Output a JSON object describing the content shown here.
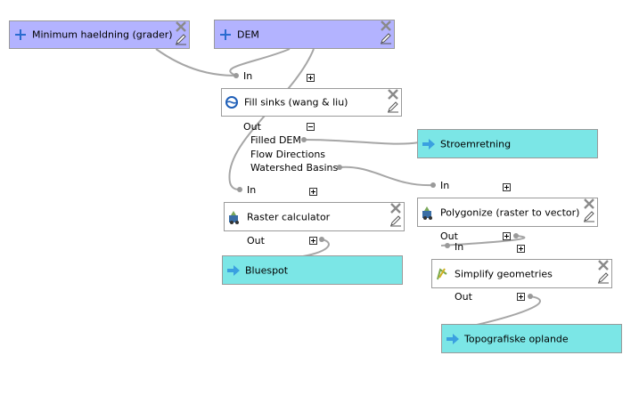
{
  "inputs": {
    "min_slope": "Minimum haeldning (grader)",
    "dem": "DEM"
  },
  "algorithms": {
    "fill_sinks": {
      "label": "Fill sinks (wang & liu)",
      "in": "In",
      "out": "Out",
      "outputs": [
        "Filled DEM",
        "Flow Directions",
        "Watershed Basins"
      ]
    },
    "raster_calc": {
      "label": "Raster calculator",
      "in": "In",
      "out": "Out"
    },
    "polygonize": {
      "label": "Polygonize (raster to vector)",
      "in": "In",
      "out": "Out"
    },
    "simplify": {
      "label": "Simplify geometries",
      "in": "In",
      "out": "Out"
    }
  },
  "outputs": {
    "stroemretning": "Stroemretning",
    "bluespot": "Bluespot",
    "topografiske": "Topografiske oplande"
  },
  "icons": {
    "add": "plus-icon",
    "remove": "close-icon",
    "edit": "pencil-icon",
    "output": "arrow-right-icon",
    "saga": "saga-icon",
    "raster": "raster-tool-icon",
    "vector": "vector-tool-icon"
  },
  "colors": {
    "input_node": "#b3b3ff",
    "output_node": "#7be6e6",
    "wire": "#a0a0a0",
    "arrow": "#3aa0e0"
  }
}
